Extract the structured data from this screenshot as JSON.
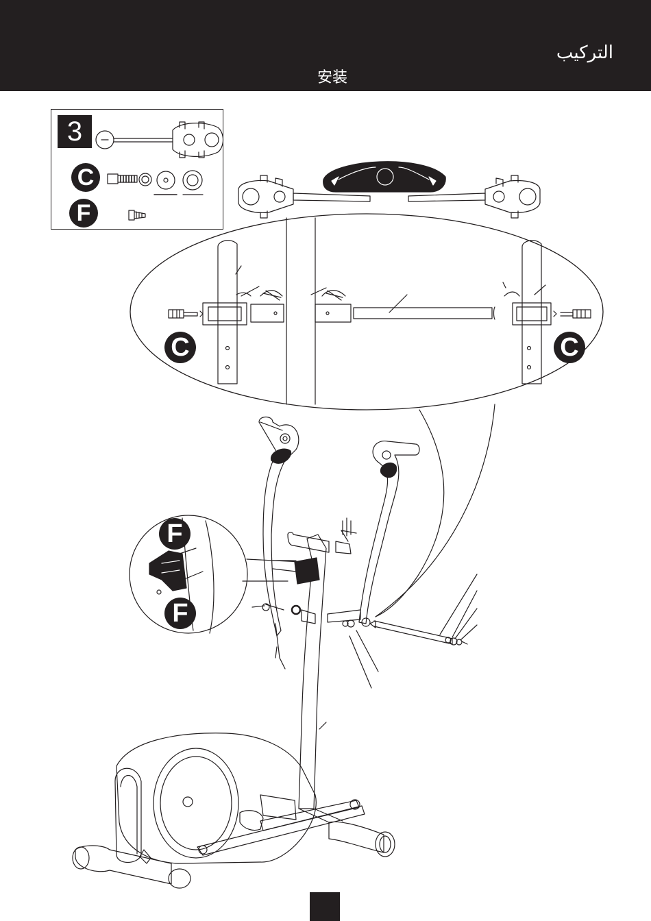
{
  "header": {
    "title_arabic": "التركيب",
    "title_chinese": "安装"
  },
  "step": {
    "number": "3"
  },
  "parts": [
    {
      "letter": "C"
    },
    {
      "letter": "F"
    }
  ],
  "callouts": {
    "detail_left_letter": "C",
    "detail_right_letter": "C",
    "inset_top_letter": "F",
    "inset_bottom_letter": "F"
  },
  "page_number": "",
  "colors": {
    "ink": "#231f20",
    "paper": "#ffffff"
  }
}
